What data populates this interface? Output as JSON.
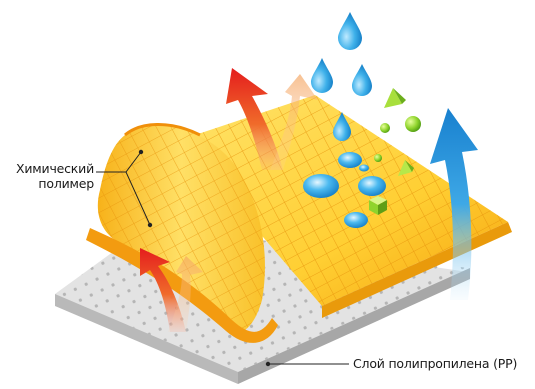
{
  "labels": {
    "polymer_line1": "Химический",
    "polymer_line2": "полимер",
    "pp_layer": "Слой полипропилена (PP)"
  },
  "colors": {
    "yellow_light": "#ffd94a",
    "yellow_dark": "#f7a60f",
    "grid_line": "#e89a0c",
    "pp_gray": "#d6d6d6",
    "drop_blue": "#1f9ad8",
    "arrow_red": "#e8281e",
    "arrow_blue": "#1b8fd6",
    "gem_green": "#7cc52a"
  },
  "icons": [
    "water-drop-icon",
    "steam-arrow-icon",
    "moisture-arrow-icon",
    "cube-icon",
    "pyramid-icon",
    "sphere-icon"
  ]
}
